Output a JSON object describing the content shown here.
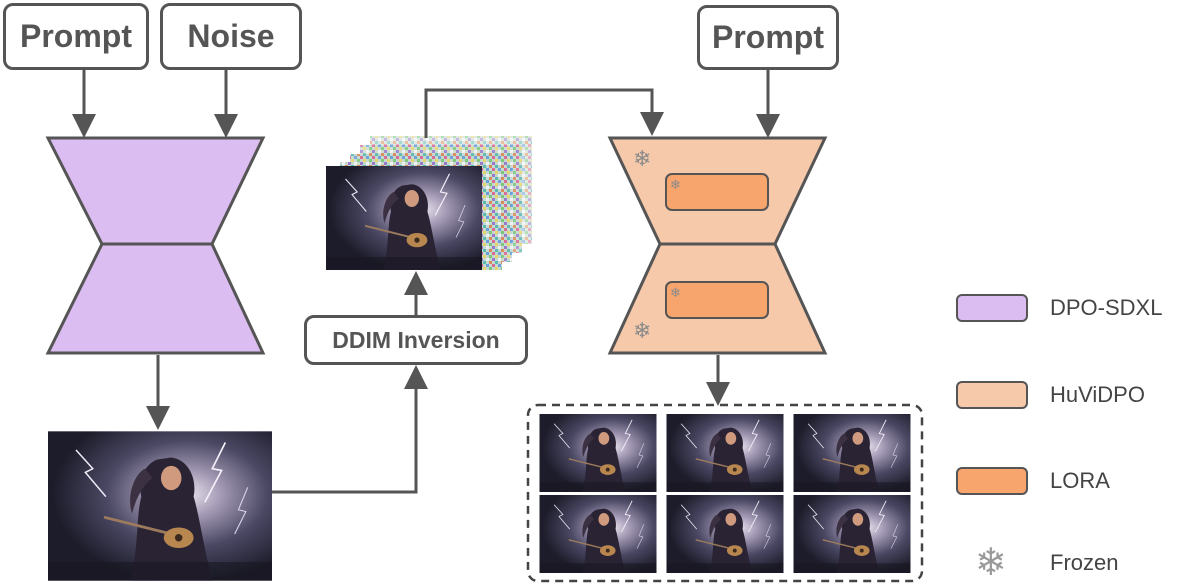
{
  "inputs": {
    "prompt_left": "Prompt",
    "noise": "Noise",
    "prompt_right": "Prompt"
  },
  "ddim_label": "DDIM Inversion",
  "legend": [
    {
      "label": "DPO-SDXL",
      "color": "#dcbdf2"
    },
    {
      "label": "HuViDPO",
      "color": "#f5c9aa"
    },
    {
      "label": "LORA",
      "color": "#f7a56d"
    },
    {
      "label": "Frozen",
      "icon": "snowflake-icon"
    }
  ],
  "colors": {
    "dpo_sdxl": "#dcbdf2",
    "huvidpo": "#f5c9aa",
    "lora": "#f7a56d",
    "stroke": "#555555"
  },
  "output_grid": {
    "rows": 2,
    "cols": 3
  }
}
